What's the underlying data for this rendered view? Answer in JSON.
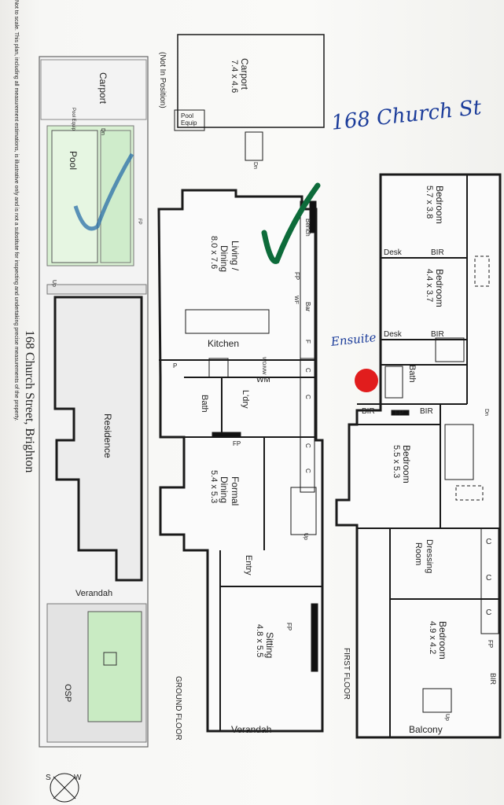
{
  "address": "168 Church Street, Brighton",
  "disclaimer": "Not to scale. This plan, including all measurement estimations, is illustrative only and is not a substitute for inspecting and undertaking precise measurements of the property.",
  "handwriting": {
    "title": "168 Church St",
    "ensuite": "Ensuite"
  },
  "site": {
    "carport": "Carport",
    "pool_equip": "Pool Equip",
    "pool": "Pool",
    "residence": "Residence",
    "verandah": "Verandah",
    "osp": "OSP",
    "fp": "FP",
    "dn": "Dn",
    "up": "Up"
  },
  "detached": {
    "not_in_position": "(Not In Position)",
    "carport_name": "Carport",
    "carport_dims": "7.4 x 4.6",
    "pool_equip": "Pool Equip",
    "dn": "Dn"
  },
  "ground_floor": {
    "label": "GROUND FLOOR",
    "living_name": "Living /",
    "living_name2": "Dining",
    "living_dims": "8.0 x 7.6",
    "kitchen": "Kitchen",
    "bench": "Bench",
    "fp": "FP",
    "bar": "Bar",
    "wf": "WF",
    "f": "F",
    "c": "C",
    "wm": "WM",
    "laundry": "L'dry",
    "bath": "Bath",
    "p": "P",
    "wo_mw": "WO/MW",
    "formal_name": "Formal",
    "formal_name2": "Dining",
    "formal_dims": "5.4 x 5.3",
    "entry": "Entry",
    "sitting_name": "Sitting",
    "sitting_dims": "4.8 x 5.5",
    "verandah": "Verandah",
    "up": "Up"
  },
  "first_floor": {
    "label": "FIRST FLOOR",
    "bed1_name": "Bedroom",
    "bed1_dims": "5.7 x 3.8",
    "bed2_name": "Bedroom",
    "bed2_dims": "4.4 x 3.7",
    "desk": "Desk",
    "bir": "BIR",
    "bath": "Bath",
    "fp": "FP",
    "bed3_name": "Bedroom",
    "bed3_dims": "5.5 x 5.3",
    "dressing": "Dressing",
    "dressing2": "Room",
    "bed4_name": "Bedroom",
    "bed4_dims": "4.9 x 4.2",
    "balcony": "Balcony",
    "c": "C",
    "up": "Up",
    "dn": "Dn"
  },
  "compass": {
    "w": "W",
    "s": "S"
  }
}
